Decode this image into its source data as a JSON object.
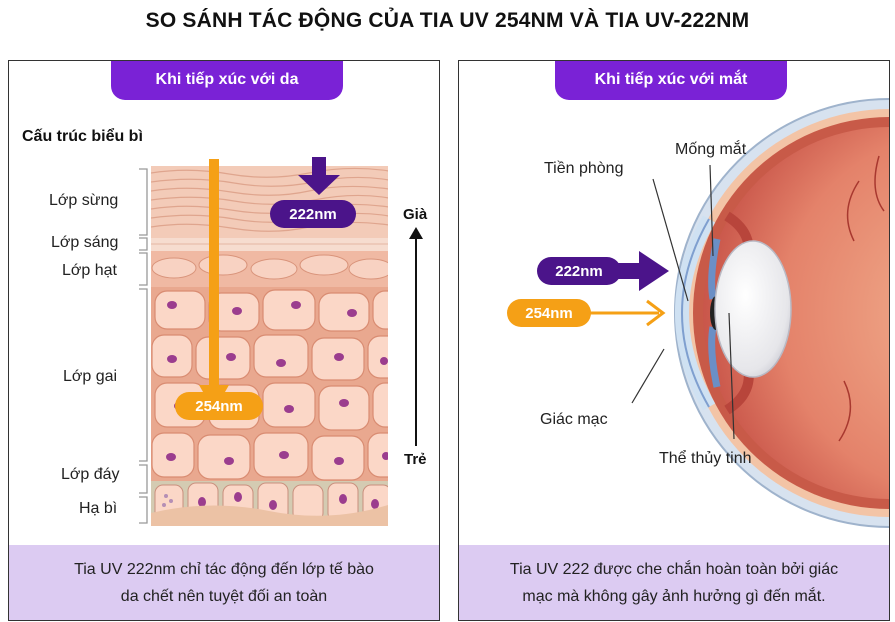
{
  "title": "SO SÁNH TÁC ĐỘNG CỦA TIA UV 254NM VÀ TIA UV-222NM",
  "skin_panel": {
    "tab": "Khi tiếp xúc với da",
    "heading": "Cấu trúc biểu bì",
    "layers": [
      "Lớp sừng",
      "Lớp sáng",
      "Lớp hạt",
      "Lớp gai",
      "Lớp đáy",
      "Hạ bì"
    ],
    "age_top": "Già",
    "age_bottom": "Trẻ",
    "uv222": "222nm",
    "uv254": "254nm",
    "footer_line1": "Tia UV 222nm chỉ tác động đến lớp tế bào",
    "footer_line2": "da chết nên tuyệt đối an toàn"
  },
  "eye_panel": {
    "tab": "Khi tiếp xúc với mắt",
    "labels": {
      "anterior_chamber": "Tiền phòng",
      "iris": "Mống mắt",
      "cornea": "Giác mạc",
      "lens": "Thể thủy tinh"
    },
    "uv222": "222nm",
    "uv254": "254nm",
    "footer_line1": "Tia UV 222 được che chắn hoàn toàn bởi giác",
    "footer_line2": "mạc mà không gây ảnh hưởng gì đến mắt."
  },
  "colors": {
    "tab_purple": "#7a22d6",
    "uv222_purple": "#4b148a",
    "uv254_orange": "#f5a016",
    "footer_lavender": "#dccbf2"
  }
}
